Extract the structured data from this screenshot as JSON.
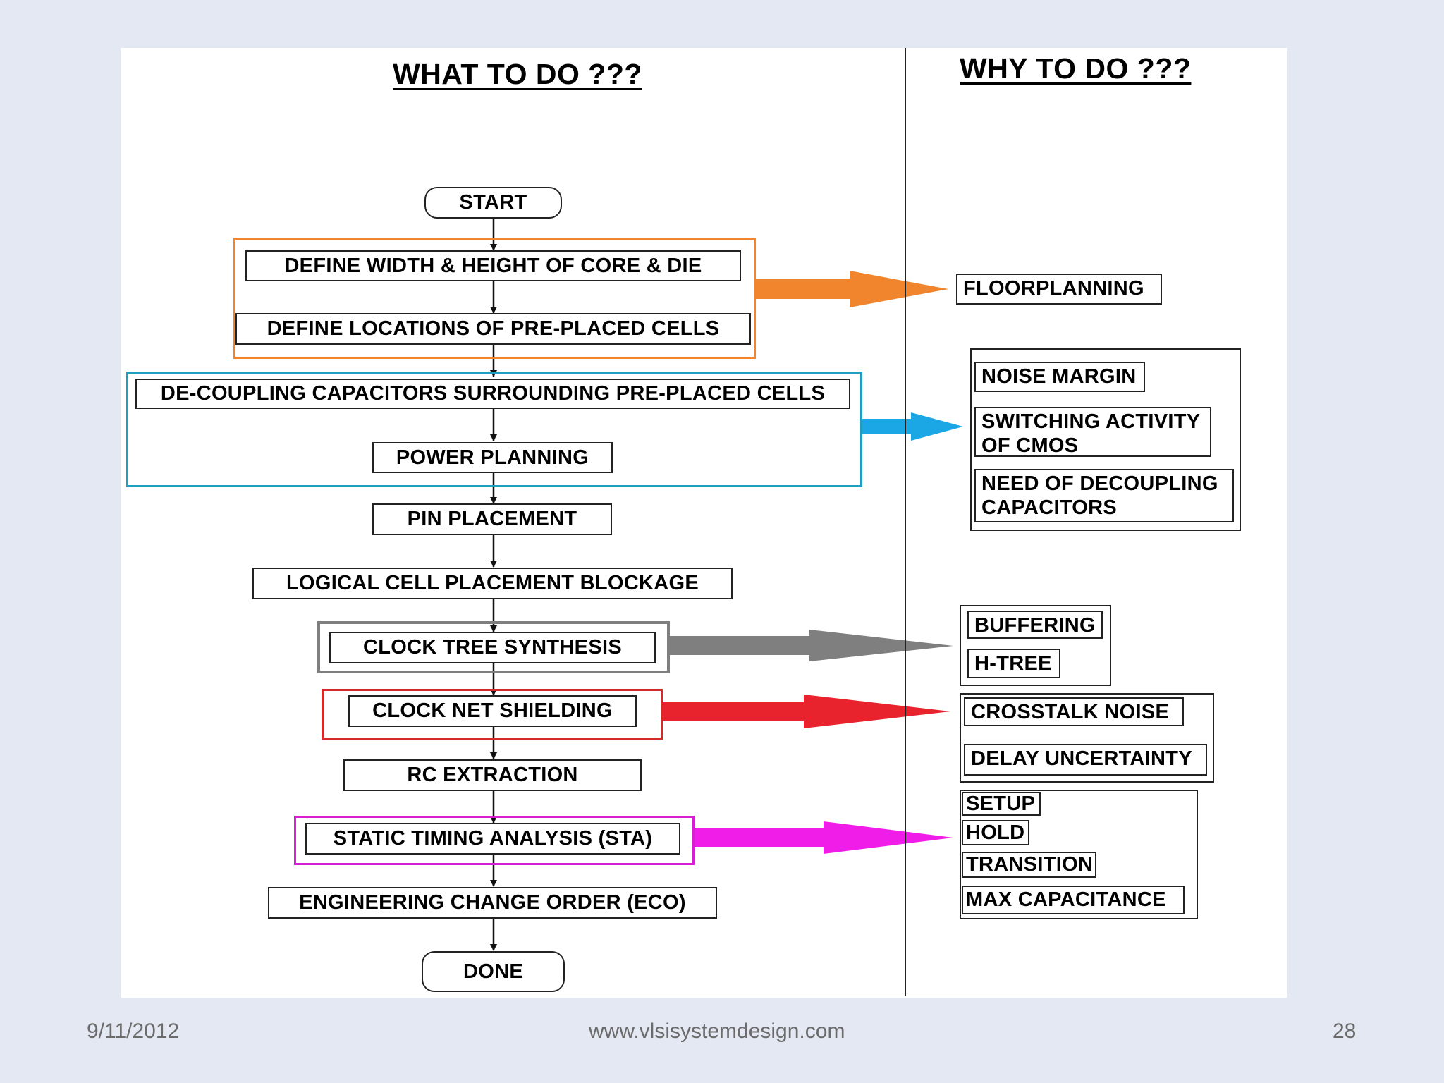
{
  "headings": {
    "what": "WHAT TO DO ???",
    "why": "WHY TO DO ???"
  },
  "flow": {
    "start": "START",
    "define_width_height": "DEFINE WIDTH & HEIGHT OF CORE & DIE",
    "define_locations": "DEFINE LOCATIONS OF PRE-PLACED CELLS",
    "decoupling_caps": "DE-COUPLING CAPACITORS SURROUNDING PRE-PLACED CELLS",
    "power_planning": "POWER PLANNING",
    "pin_placement": "PIN PLACEMENT",
    "logical_blockage": "LOGICAL CELL PLACEMENT BLOCKAGE",
    "clock_tree": "CLOCK TREE SYNTHESIS",
    "clock_net": "CLOCK NET SHIELDING",
    "rc_extraction": "RC EXTRACTION",
    "sta": "STATIC TIMING ANALYSIS (STA)",
    "eco": "ENGINEERING CHANGE ORDER (ECO)",
    "done": "DONE"
  },
  "reasons": {
    "floorplanning": "FLOORPLANNING",
    "noise_margin": "NOISE MARGIN",
    "switching_1": "SWITCHING ACTIVITY",
    "switching_2": "OF CMOS",
    "decoupling_1": "NEED OF DECOUPLING",
    "decoupling_2": "CAPACITORS",
    "buffering": "BUFFERING",
    "htree": "H-TREE",
    "crosstalk": "CROSSTALK NOISE",
    "delay": "DELAY UNCERTAINTY",
    "setup": "SETUP",
    "hold": "HOLD",
    "transition": "TRANSITION",
    "max_cap": "MAX CAPACITANCE"
  },
  "colors": {
    "floorplan": "#f0852d",
    "power": "#1e9fbf",
    "power_arrow": "#1ba6e6",
    "cts": "#7f7f7f",
    "shielding": "#d42a2a",
    "shielding_arrow": "#e8232e",
    "sta": "#d61fd0",
    "sta_arrow": "#f01de8"
  },
  "footer": {
    "date": "9/11/2012",
    "site": "www.vlsisystemdesign.com",
    "page": "28"
  }
}
